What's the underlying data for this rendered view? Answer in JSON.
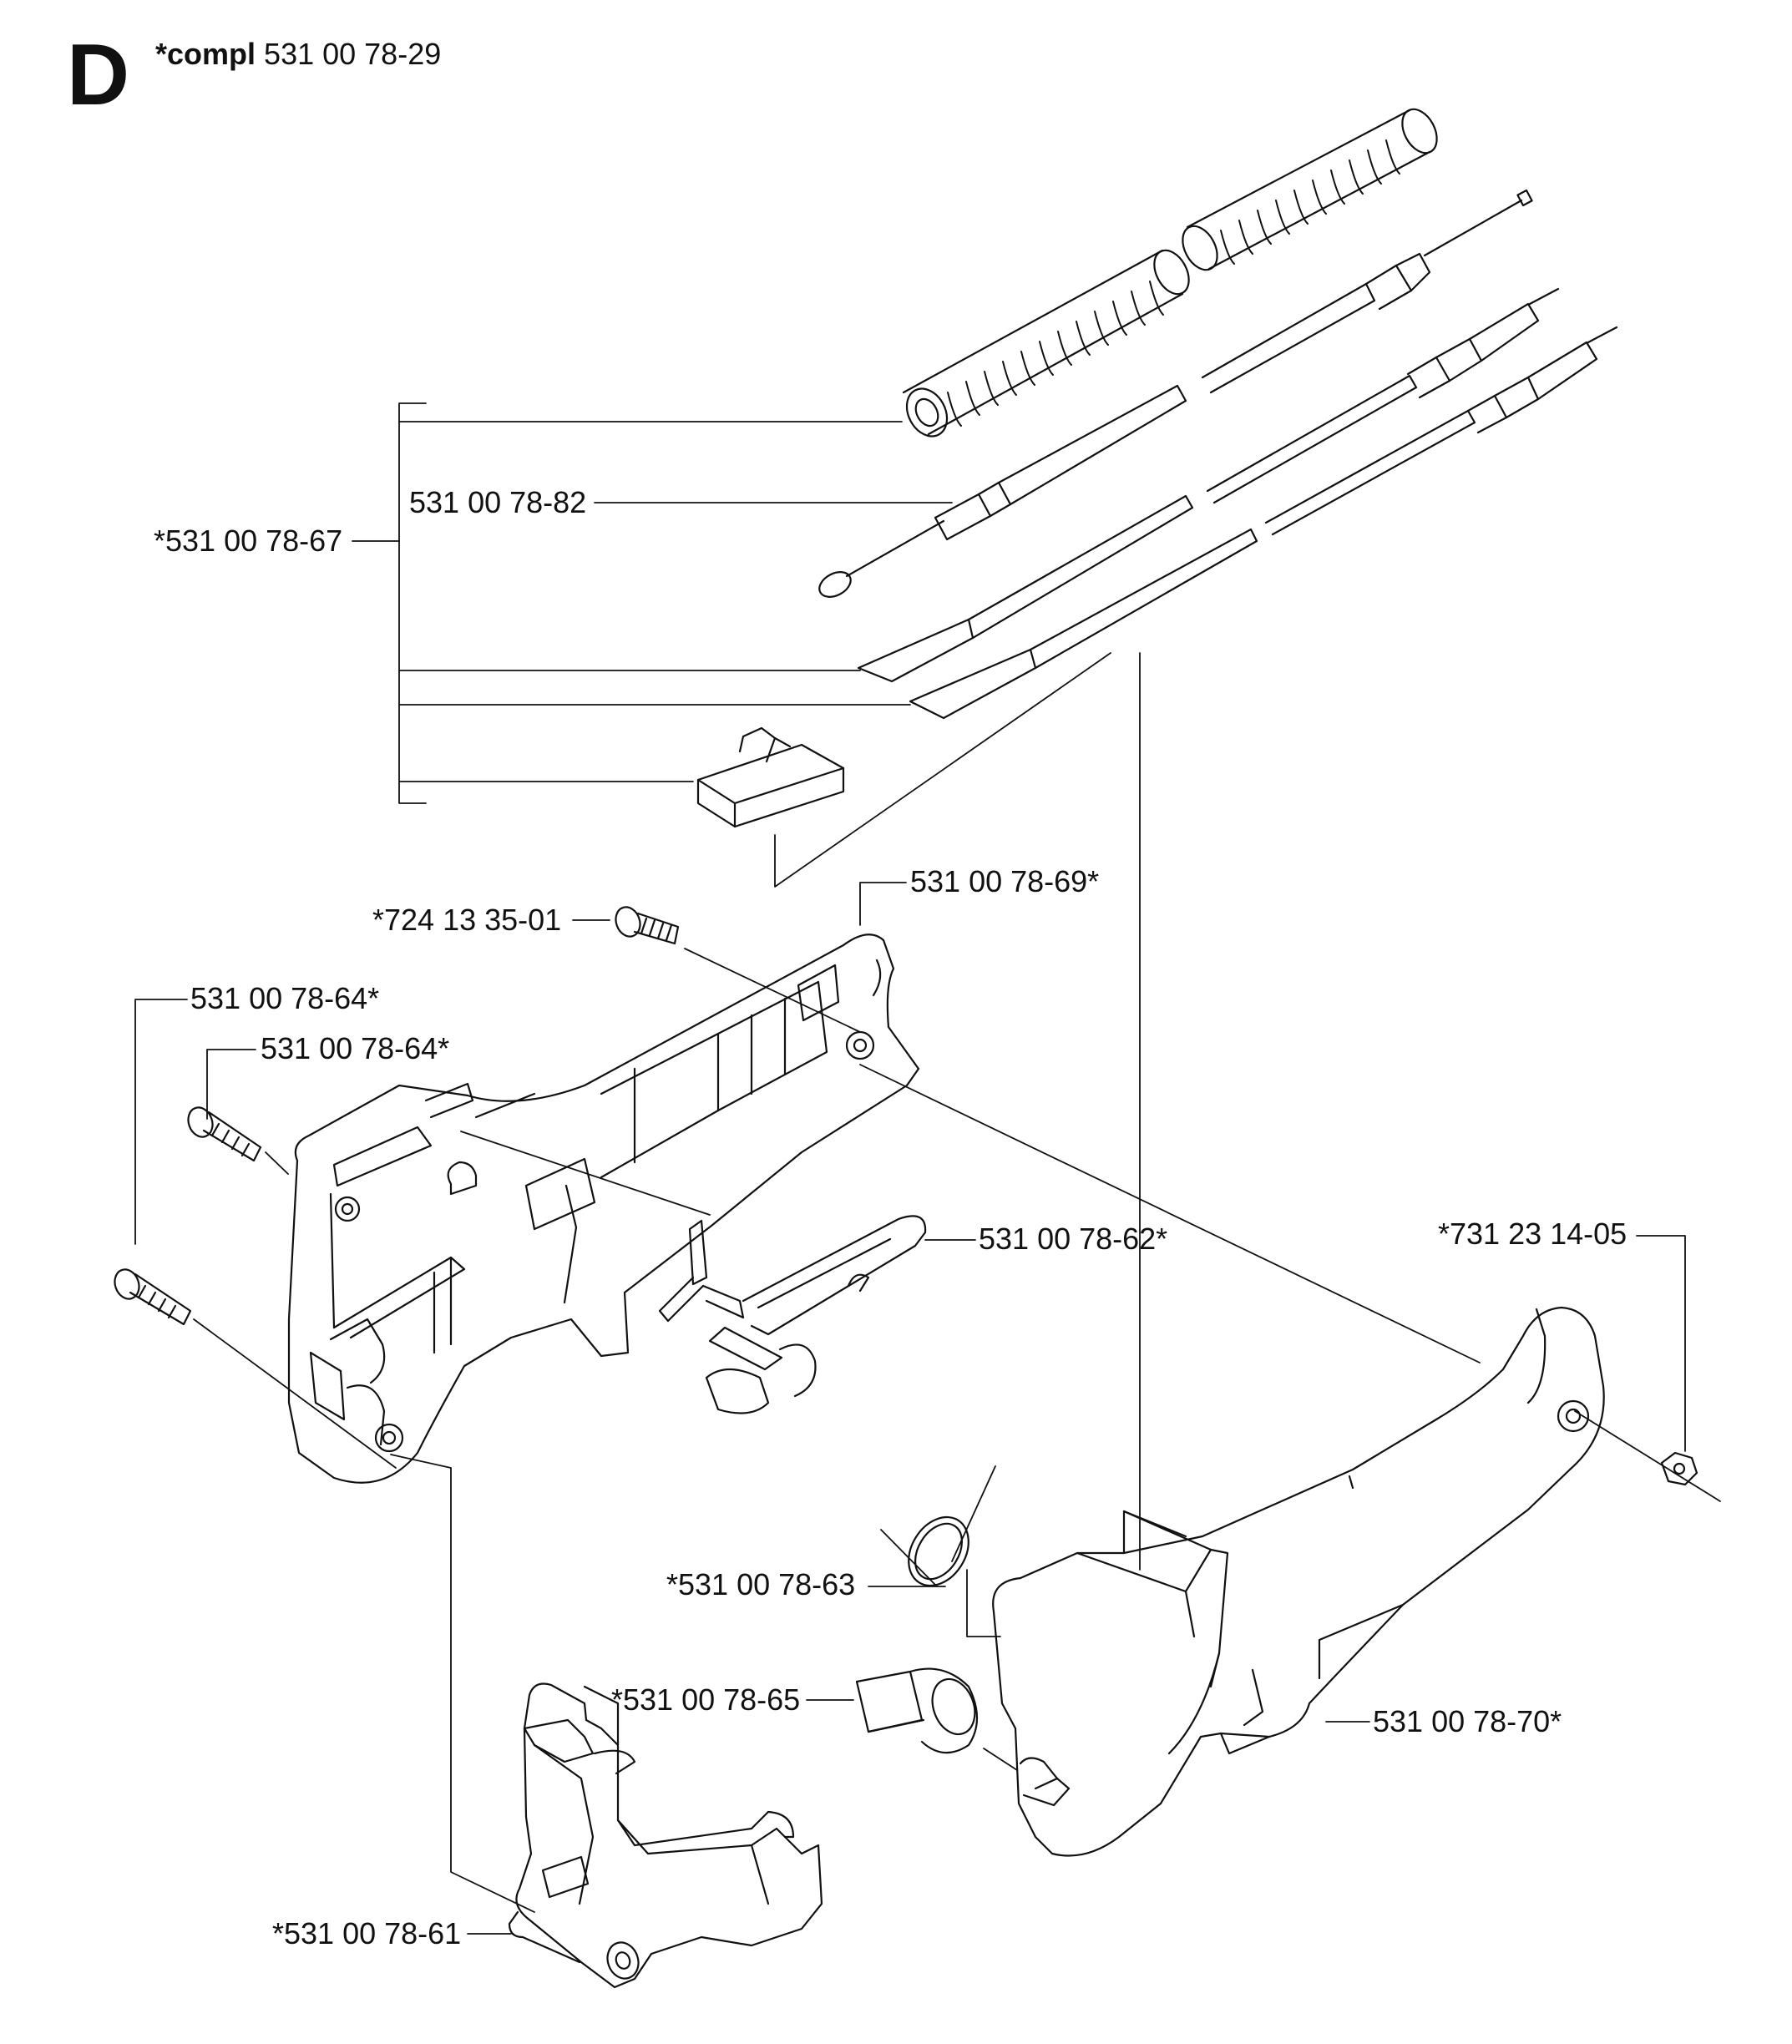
{
  "header": {
    "section": "D",
    "compl_label": "*compl",
    "compl_number": "531 00 78-29"
  },
  "parts": [
    {
      "id": "p82",
      "label": "531 00 78-82"
    },
    {
      "id": "p67",
      "label": "*531 00 78-67"
    },
    {
      "id": "p69",
      "label": "531 00 78-69*"
    },
    {
      "id": "pscrew1",
      "label": "*724 13 35-01"
    },
    {
      "id": "p64a",
      "label": "531 00 78-64*"
    },
    {
      "id": "p64b",
      "label": "531 00 78-64*"
    },
    {
      "id": "p62",
      "label": "531 00 78-62*"
    },
    {
      "id": "pnut",
      "label": "*731 23 14-05"
    },
    {
      "id": "p63",
      "label": "*531 00 78-63"
    },
    {
      "id": "p65",
      "label": "*531 00 78-65"
    },
    {
      "id": "p70",
      "label": "531 00 78-70*"
    },
    {
      "id": "p61",
      "label": "*531 00 78-61"
    }
  ]
}
